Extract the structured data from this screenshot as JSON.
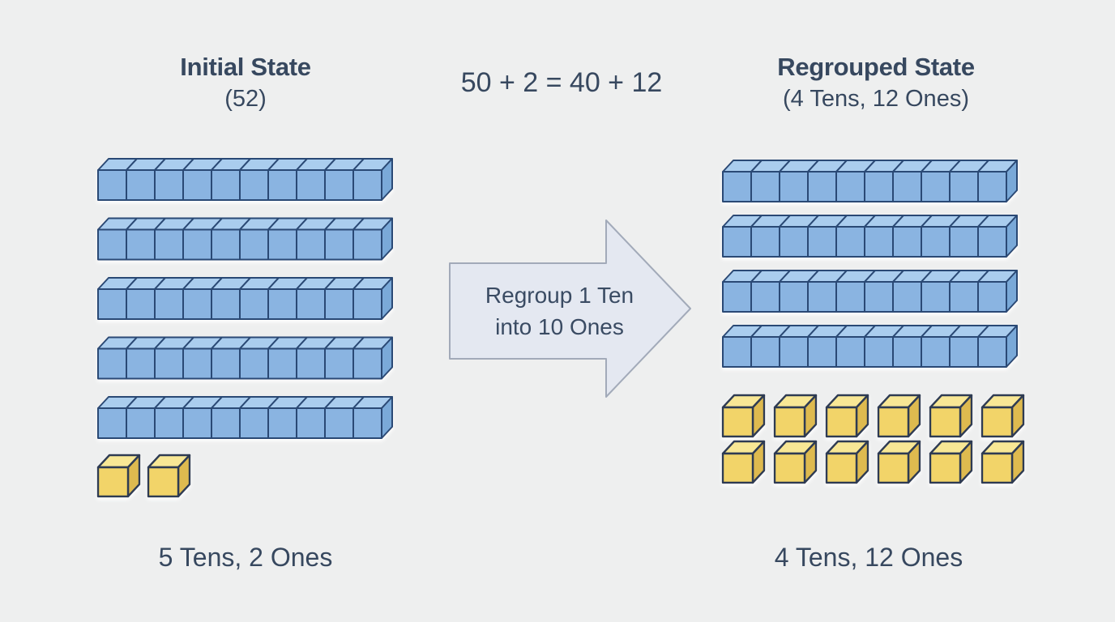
{
  "page": {
    "background": "#eeefef",
    "text_color": "#37485f"
  },
  "equation": "50 + 2 = 40 + 12",
  "left_panel": {
    "title": "Initial State",
    "subtitle": "(52)",
    "tens": 5,
    "ones": 2,
    "ones_per_row": 6,
    "caption": "5 Tens, 2 Ones"
  },
  "arrow": {
    "line1": "Regroup 1 Ten",
    "line2": "into 10 Ones",
    "fill": "#e4e8f1",
    "stroke": "#a2aab9"
  },
  "right_panel": {
    "title": "Regrouped State",
    "subtitle": "(4 Tens, 12 Ones)",
    "tens": 4,
    "ones": 12,
    "ones_per_row": 6,
    "caption": "4 Tens, 12 Ones"
  },
  "blocks": {
    "cubes_per_ten_rod": 10,
    "ten_rod": {
      "front": "#8ab4e1",
      "top": "#aacdee",
      "side": "#7aa9d8",
      "outline": "#2c4a74"
    },
    "one_cube": {
      "front": "#f2d469",
      "top": "#f8e795",
      "side": "#deba50",
      "outline": "#2d3b52"
    }
  }
}
